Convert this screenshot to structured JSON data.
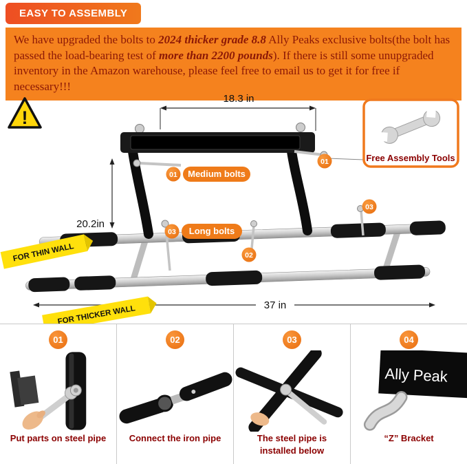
{
  "colors": {
    "banner_orange": "#f5821e",
    "accent_orange": "#ef7418",
    "maroon_text": "#8c1806",
    "caption_red": "#8b0000",
    "ribbon_yellow": "#ffe00c"
  },
  "header": {
    "badge": "EASY TO ASSEMBLY"
  },
  "banner": {
    "part1": "We have upgraded the bolts to ",
    "bold1": "2024 thicker grade 8.8",
    "part2": " Ally Peaks exclusive bolts(the bolt has passed the load-bearing test of ",
    "bold2": "more than 2200 pounds",
    "part3": "). If there is still some unupgraded inventory in the Amazon warehouse, please feel free to email us to get it for free if necessary!!!"
  },
  "diagram": {
    "warning_mark": "!",
    "dim_top": "18.3 in",
    "dim_left": "20.2in",
    "dim_bottom": "37 in",
    "label_medium_bolts": "Medium bolts",
    "label_long_bolts": "Long bolts",
    "marker_01": "01",
    "marker_02": "02",
    "marker_03": "03",
    "ribbon_thin": "FOR THIN WALL",
    "ribbon_thick": "FOR THICKER WALL",
    "tools_caption": "Free Assembly Tools"
  },
  "steps": [
    {
      "num": "01",
      "caption": "Put parts on steel pipe"
    },
    {
      "num": "02",
      "caption": "Connect the iron pipe"
    },
    {
      "num": "03",
      "caption": "The steel pipe is installed below"
    },
    {
      "num": "04",
      "caption": "“Z”  Bracket",
      "sign_text": "Ally Peak"
    }
  ]
}
